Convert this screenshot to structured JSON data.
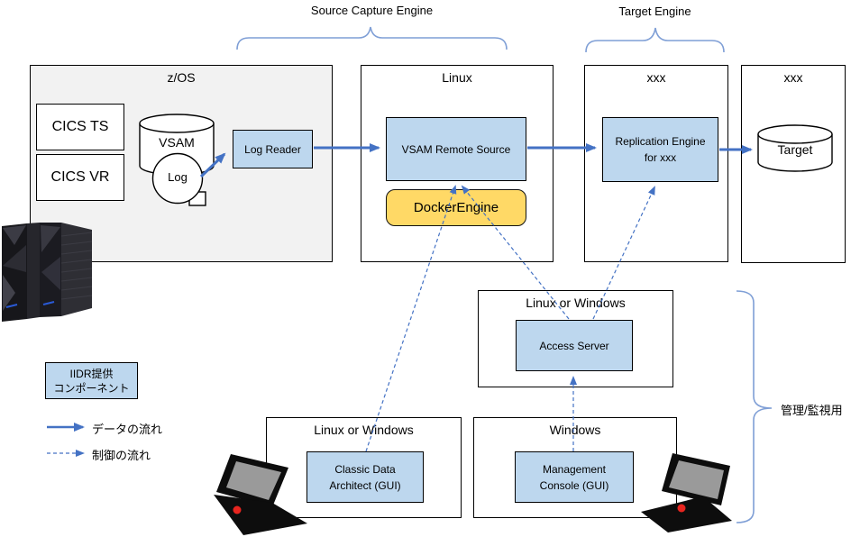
{
  "colors": {
    "accent_blue": "#4472C4",
    "light_blue_fill": "#BDD7EE",
    "yellow_fill": "#FFD966",
    "zos_gray_fill": "#F2F2F2",
    "brace_blue": "#7F9FD6"
  },
  "top": {
    "source_capture_label": "Source Capture Engine",
    "target_engine_label": "Target Engine"
  },
  "zos": {
    "title": "z/OS",
    "cics_ts": "CICS TS",
    "cics_vr": "CICS VR",
    "vsam": "VSAM",
    "log": "Log",
    "log_reader": "Log Reader"
  },
  "linux": {
    "title": "Linux",
    "vsam_remote_source": "VSAM Remote Source",
    "docker_engine": "DockerEngine"
  },
  "replication": {
    "title": "xxx",
    "engine_line1": "Replication Engine",
    "engine_line2": "for xxx"
  },
  "target": {
    "title": "xxx",
    "label": "Target"
  },
  "access": {
    "title": "Linux or Windows",
    "server": "Access Server"
  },
  "cda": {
    "title": "Linux or Windows",
    "app_line1": "Classic Data",
    "app_line2": "Architect (GUI)"
  },
  "mc": {
    "title": "Windows",
    "app_line1": "Management",
    "app_line2": "Console (GUI)"
  },
  "legend": {
    "component_line1": "IIDR提供",
    "component_line2": "コンポーネント",
    "data_flow": "データの流れ",
    "control_flow": "制御の流れ"
  },
  "annotations": {
    "management_label": "管理/監視用"
  },
  "images": {
    "mainframe": "ibm-z-mainframe-icon",
    "laptop_left": "laptop-icon",
    "laptop_right": "laptop-icon"
  }
}
